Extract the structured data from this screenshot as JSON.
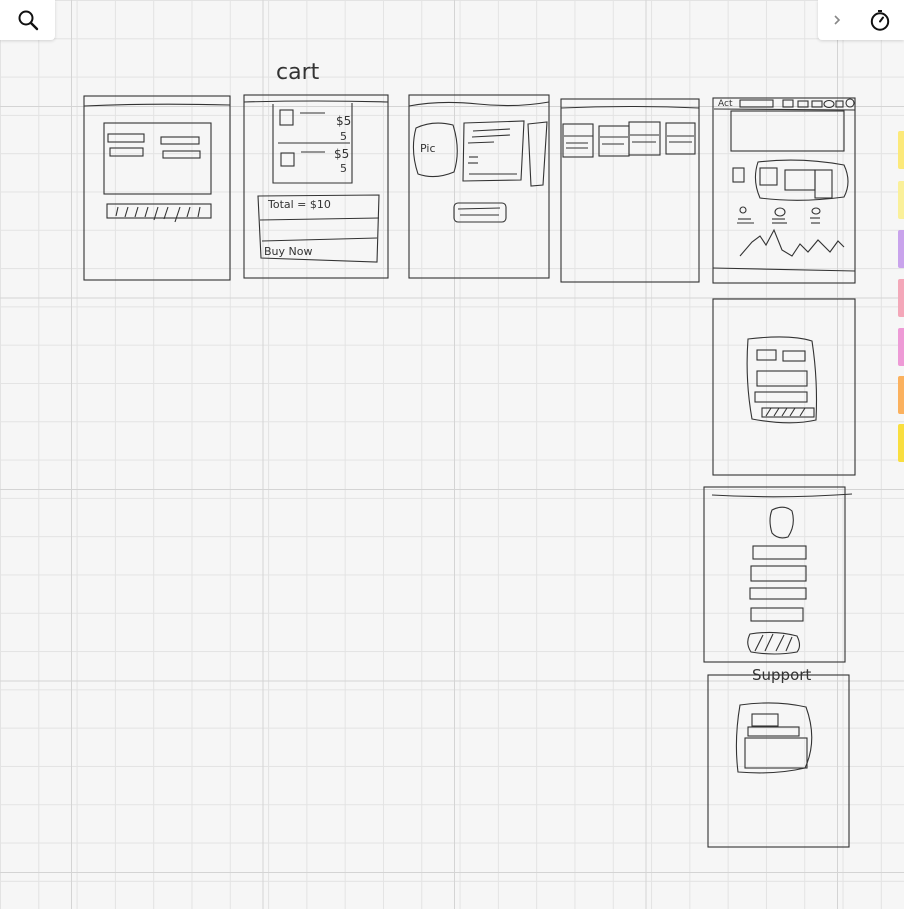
{
  "toolbar": {
    "search_icon": "search-icon",
    "collapse_icon": "chevron-right-icon",
    "timer_icon": "stopwatch-icon"
  },
  "board": {
    "labels": {
      "cart": "cart",
      "support": "Support",
      "total": "Total = $10",
      "buy_now": "Buy Now",
      "price_1": "$5",
      "qty_1": "5",
      "price_2": "$5",
      "qty_2": "5",
      "pic": "Pic",
      "acct": "Act"
    }
  },
  "sticky_notes": [
    {
      "color": "#fce97a"
    },
    {
      "color": "#faf09a"
    },
    {
      "color": "#c9a3ec"
    },
    {
      "color": "#f4a7b9"
    },
    {
      "color": "#ee9ad6"
    },
    {
      "color": "#fbb15e"
    },
    {
      "color": "#f9de3f"
    }
  ]
}
